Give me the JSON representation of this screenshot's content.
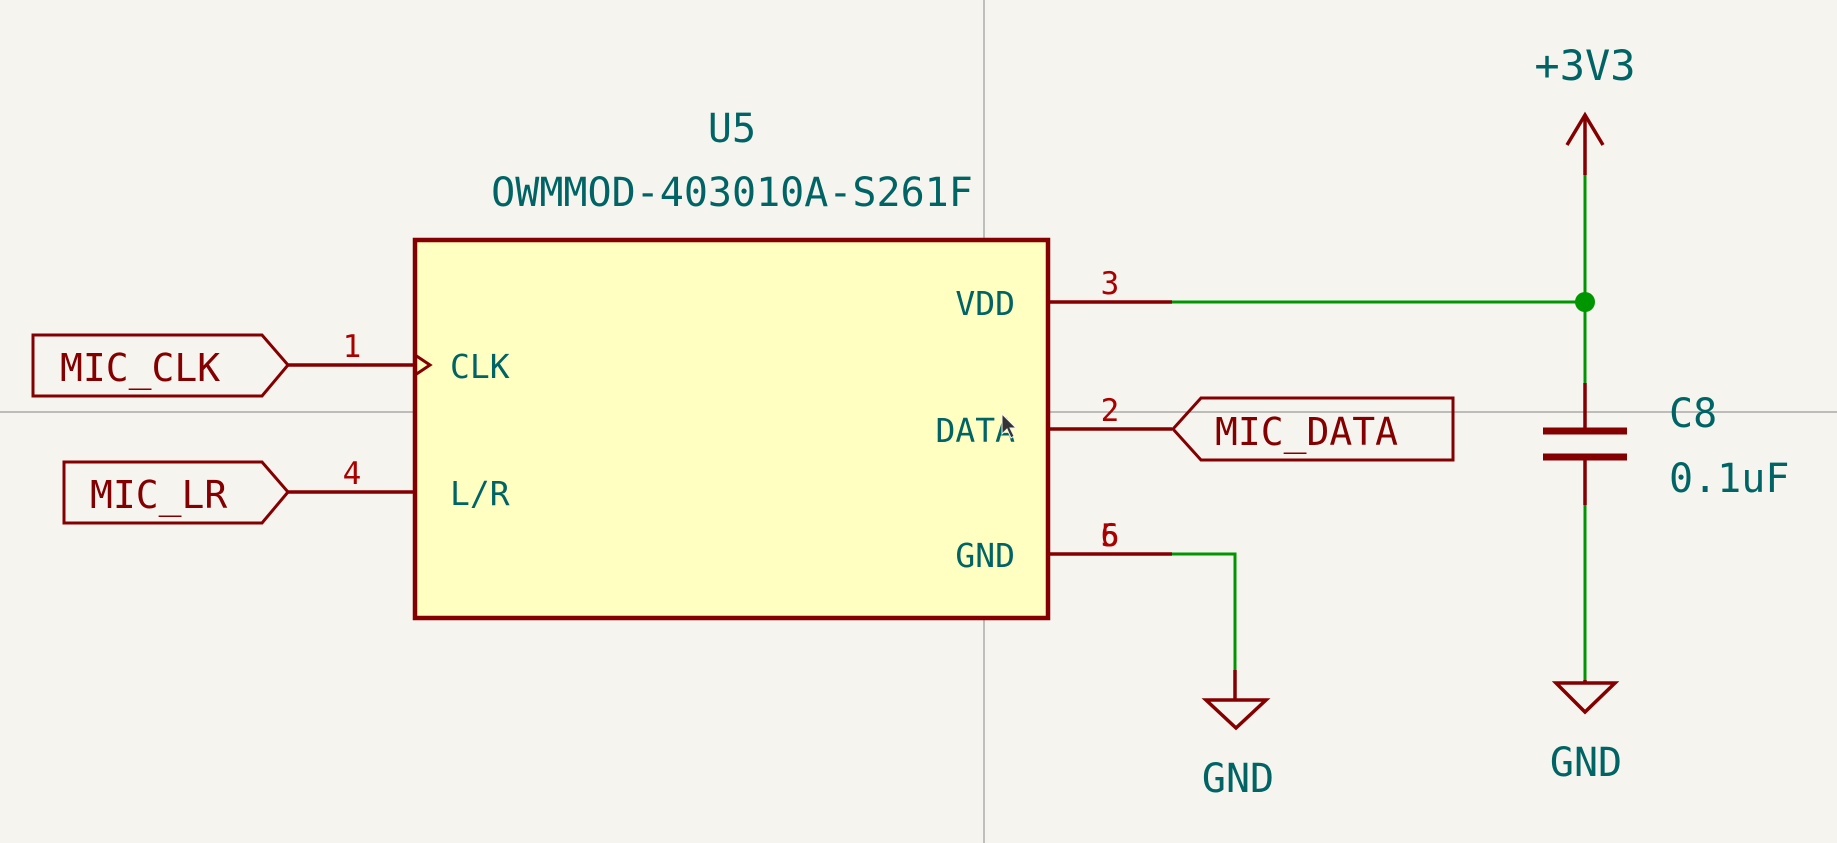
{
  "colors": {
    "background": "#f5f4ef",
    "symbol_line": "#840000",
    "symbol_fill": "#ffffc2",
    "field_text": "#006464",
    "pin_number": "#a90000",
    "wire": "#009600",
    "crosshair": "#9a9a9a"
  },
  "component": {
    "reference": "U5",
    "value": "OWMMOD-403010A-S261F",
    "pins_left": [
      {
        "name": "CLK",
        "number": "1",
        "clock": true
      },
      {
        "name": "L/R",
        "number": "4"
      }
    ],
    "pins_right": [
      {
        "name": "VDD",
        "number": "3"
      },
      {
        "name": "DATA",
        "number": "2"
      },
      {
        "name": "GND",
        "number": "5"
      }
    ],
    "gnd_pin_number_overlap": "6"
  },
  "labels": {
    "mic_clk": "MIC_CLK",
    "mic_lr": "MIC_LR",
    "mic_data": "MIC_DATA"
  },
  "capacitor": {
    "reference": "C8",
    "value": "0.1uF"
  },
  "power": {
    "supply": "+3V3",
    "gnd_left": "GND",
    "gnd_right": "GND"
  }
}
